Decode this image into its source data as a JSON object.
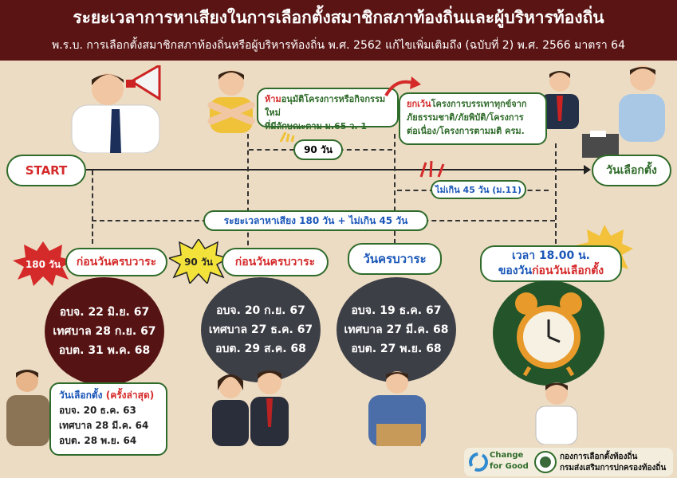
{
  "header": {
    "title": "ระยะเวลาการหาเสียงในการเลือกตั้งสมาชิกสภาท้องถิ่นและผู้บริหารท้องถิ่น",
    "subtitle": "พ.ร.บ. การเลือกตั้งสมาชิกสภาท้องถิ่นหรือผู้บริหารท้องถิ่น พ.ศ. 2562 แก้ไขเพิ่มเติมถึง (ฉบับที่ 2) พ.ศ. 2566 มาตรา 64"
  },
  "timeline": {
    "start": "START",
    "end": "วันเลือกตั้ง",
    "span_90": "90 วัน",
    "span_45": "ไม่เกิน 45 วัน (ม.11)",
    "total": "ระยะเวลาหาเสียง 180 วัน + ไม่เกิน 45 วัน"
  },
  "notes": {
    "prohibit_keyword": "ห้าม",
    "prohibit_rest": "อนุมัติโครงการหรือกิจกรรมใหม่",
    "prohibit_line2": "ที่มีลักษณะตาม ม.65 ว. 1",
    "except_keyword": "ยกเว้น",
    "except_rest": "โครงการบรรเทาทุกข์จาก",
    "except_line2": "ภัยธรรมชาติ/ภัยพิบัติ/โครงการ",
    "except_line3": "ต่อเนื่อง/โครงการตามมติ ครม."
  },
  "milestones": [
    {
      "badge": "180 วัน",
      "label": "ก่อนวันครบวาระ",
      "lines": [
        "อบจ. 22 มิ.ย. 67",
        "เทศบาล 28 ก.ย. 67",
        "อบต. 31 พ.ค. 68"
      ]
    },
    {
      "badge": "90 วัน",
      "label": "ก่อนวันครบวาระ",
      "lines": [
        "อบจ. 20 ก.ย. 67",
        "เทศบาล 27 ธ.ค. 67",
        "อบต. 29 ส.ค. 68"
      ]
    },
    {
      "label": "วันครบวาระ",
      "lines": [
        "อบจ. 19 ธ.ค. 67",
        "เทศบาล 27 มี.ค. 68",
        "อบต. 27 พ.ย. 68"
      ]
    },
    {
      "label_line1": "เวลา 18.00 น.",
      "label_line2_a": "ของวัน",
      "label_line2_b": "ก่อนวันเลือกตั้ง"
    }
  ],
  "last_election": {
    "title_a": "วันเลือกตั้ง",
    "title_b": "(ครั้งล่าสุด)",
    "lines": [
      "อบจ. 20 ธ.ค. 63",
      "เทศบาล 28 มี.ค. 64",
      "อบต. 28 พ.ย. 64"
    ]
  },
  "footer": {
    "logo_text_1": "Change",
    "logo_text_2": "for Good",
    "org_1": "กองการเลือกตั้งท้องถิ่น",
    "org_2": "กรมส่งเสริมการปกครองท้องถิ่น"
  },
  "colors": {
    "header_bg": "#5a1414",
    "green": "#2f6b2a",
    "red": "#d52a2a",
    "blue": "#1b57b8",
    "circle_1": "#561313",
    "circle_2": "#3d3f46",
    "circle_3": "#3d3f46",
    "circle_4": "#24552a"
  }
}
